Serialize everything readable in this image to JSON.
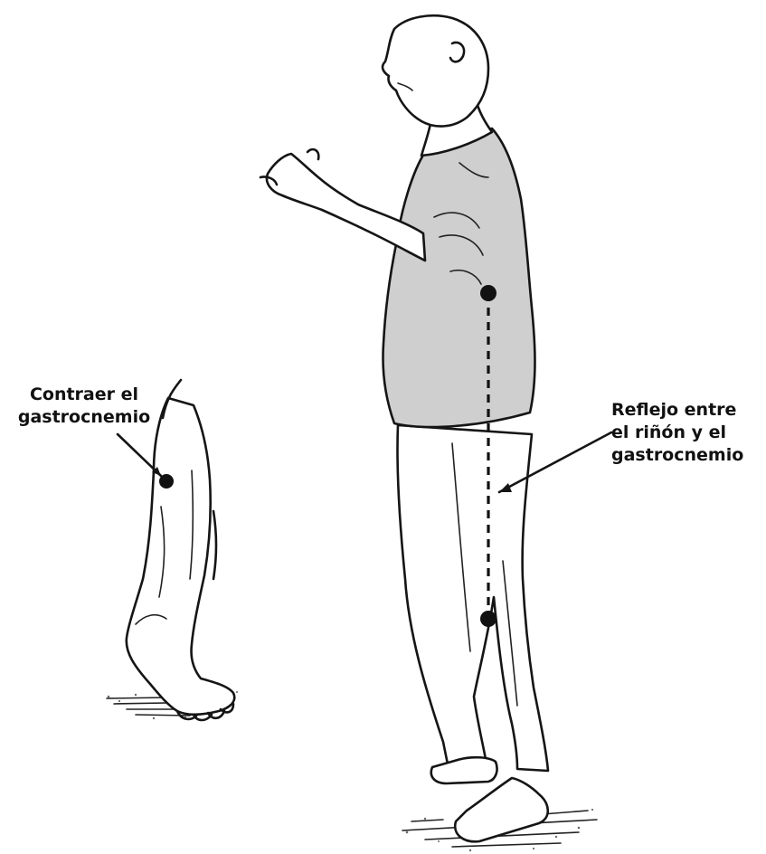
{
  "labels": {
    "left": {
      "line1": "Contraer el",
      "line2": "gastrocnemio"
    },
    "right": {
      "line1": "Reflejo entre",
      "line2": "el riñón y el",
      "line3": "gastrocnemio"
    }
  },
  "colors": {
    "ink": "#151515",
    "shirt": "#cfcfcf",
    "background": "#ffffff"
  }
}
